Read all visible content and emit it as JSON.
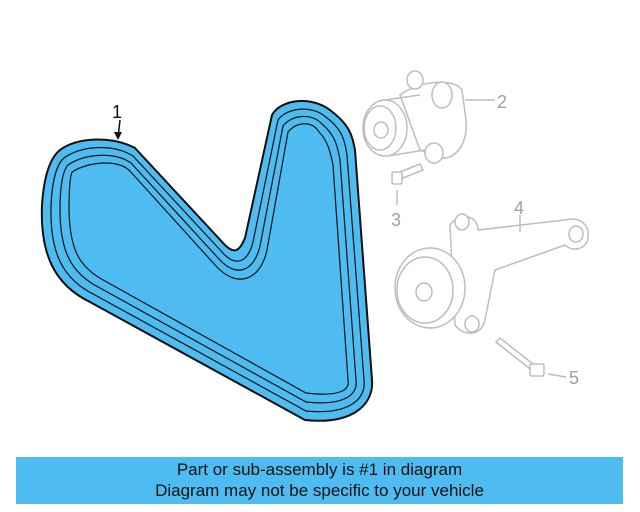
{
  "diagram": {
    "callouts": [
      {
        "id": "1",
        "label": "1"
      },
      {
        "id": "2",
        "label": "2"
      },
      {
        "id": "3",
        "label": "3"
      },
      {
        "id": "4",
        "label": "4"
      },
      {
        "id": "5",
        "label": "5"
      }
    ],
    "highlight_color": "#4ebcf1",
    "part_color": "#bdbdbd",
    "outline_color": "#111111"
  },
  "banner": {
    "line1": "Part or sub-assembly is #1 in diagram",
    "line2": "Diagram may not be specific to your vehicle",
    "color": "#4ebcf1"
  }
}
